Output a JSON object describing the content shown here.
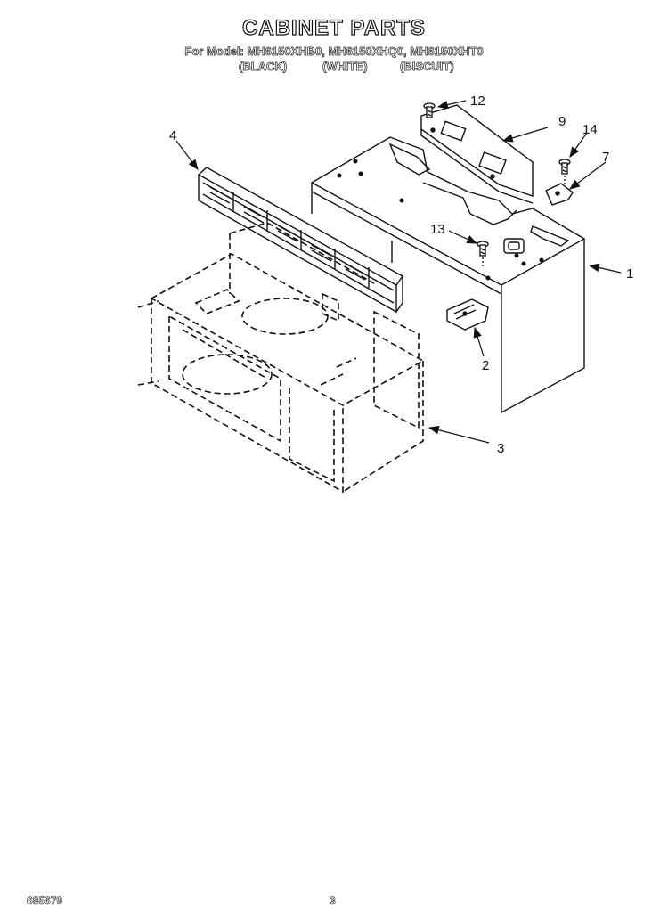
{
  "header": {
    "title": "CABINET PARTS",
    "models_line": "For Model: MH6150XHB0, MH6150XHQ0, MH6150XHT0",
    "color_black": "(BLACK)",
    "color_white": "(WHITE)",
    "color_biscuit": "(BISCUIT)"
  },
  "callouts": {
    "c1": "1",
    "c2": "2",
    "c3": "3",
    "c4": "4",
    "c7": "7",
    "c9": "9",
    "c12": "12",
    "c13": "13",
    "c14": "14"
  },
  "footer": {
    "doc_number": "685679",
    "page_number": "3"
  }
}
